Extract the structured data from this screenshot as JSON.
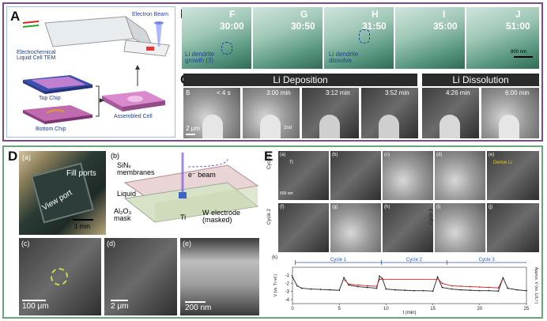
{
  "panels": {
    "A": {
      "label": "A",
      "texts": {
        "electron_beam": "Electron Beam",
        "cell": "Electrochemical\nLiquid Cell TEM",
        "top_chip": "Top Chip",
        "bottom_chip": "Bottom Chip",
        "assembled": "Assembled Cell"
      }
    },
    "B": {
      "label": "B",
      "frames": [
        "F",
        "G",
        "H",
        "I",
        "J"
      ],
      "times": [
        "30:00",
        "30:50",
        "31:50",
        "35:00",
        "51:00"
      ],
      "annot_growth": "Li dendrite\ngrowth (3)",
      "annot_dissolve": "Li dendrite\ndissolve",
      "scalebar": "800 nm"
    },
    "C": {
      "label": "C",
      "header_dep": "Li Deposition",
      "header_dis": "Li Dissolution",
      "frame_b": "B",
      "times": [
        "< 4 s",
        "3:00 min",
        "3:12 min",
        "3:52 min",
        "4:26 min",
        "6:00 min"
      ],
      "scalebar": "2 μm",
      "note": "2nd"
    },
    "D": {
      "label": "D",
      "a": "(a)",
      "b": "(b)",
      "c": "(c)",
      "d": "(d)",
      "e": "(e)",
      "fill_ports": "Fill ports",
      "view_port": "View port",
      "scale_a": "1 mm",
      "sin_membranes": "SiNₓ\nmembranes",
      "ebeam": "e⁻ beam",
      "liquid": "Liquid",
      "al2o3": "Al₂O₃\nmask",
      "ti": "Ti",
      "w_electrode": "W electrode\n(masked)",
      "scale_c": "100 μm",
      "scale_d": "2 μm",
      "scale_e": "200 nm"
    },
    "E": {
      "label": "E",
      "row1": [
        "(a)",
        "(b)",
        "(c)",
        "(d)",
        "(e)"
      ],
      "row2": [
        "(f)",
        "(g)",
        "(h)",
        "(i)",
        "(j)"
      ],
      "cycle1": "Cycle 1",
      "cycle2": "Cycle 2",
      "cycle3": "Cycle 3",
      "ti": "Ti",
      "scale": "500 nm",
      "k": "(k)",
      "overlay": "Dense Li"
    }
  },
  "chart_data": {
    "type": "line",
    "title": "",
    "xlabel": "t (min)",
    "ylabel": "V (vs. Ti ref.)",
    "ylabel_right": "Approx. V (vs. Li/Li⁺)",
    "xlim": [
      0,
      25
    ],
    "xticks": [
      0,
      5,
      10,
      15,
      20,
      25
    ],
    "yticks": [
      -1,
      -2,
      -3,
      -4
    ],
    "cycles": [
      {
        "name": "Cycle 1",
        "x_start": 0.3,
        "x_end": 9.5
      },
      {
        "name": "Cycle 2",
        "x_start": 9.5,
        "x_end": 16.5
      },
      {
        "name": "Cycle 3",
        "x_start": 16.5,
        "x_end": 25
      }
    ],
    "series": [
      {
        "color": "#222222",
        "x": [
          0,
          0.5,
          1,
          2,
          3,
          4,
          5,
          5.5,
          6,
          7,
          8,
          9,
          9.3,
          9.6,
          10,
          11,
          12,
          13,
          14,
          15,
          15.5,
          16,
          17,
          18,
          19,
          20,
          21,
          22,
          22.5,
          23,
          24,
          25
        ],
        "y": [
          -1.2,
          -2.3,
          -2.6,
          -2.7,
          -2.75,
          -2.8,
          -2.85,
          -1.3,
          -2.2,
          -2.4,
          -2.5,
          -2.6,
          -1.1,
          -1.4,
          -2.7,
          -2.8,
          -2.85,
          -2.9,
          -2.9,
          -2.95,
          -1.2,
          -2.5,
          -2.7,
          -2.8,
          -2.85,
          -2.9,
          -2.9,
          -2.95,
          -1.3,
          -2.6,
          -2.8,
          -2.9
        ]
      },
      {
        "color": "#cc2222",
        "x": [
          5.6,
          6,
          7,
          8,
          9,
          9.3,
          15.6,
          16,
          17,
          18,
          19,
          20,
          21,
          22,
          22.4
        ],
        "y": [
          -1.6,
          -2.1,
          -2.2,
          -2.3,
          -2.35,
          -1.5,
          -1.5,
          -2.0,
          -2.3,
          -2.35,
          -2.4,
          -2.45,
          -2.5,
          -2.55,
          -1.6
        ]
      }
    ]
  }
}
